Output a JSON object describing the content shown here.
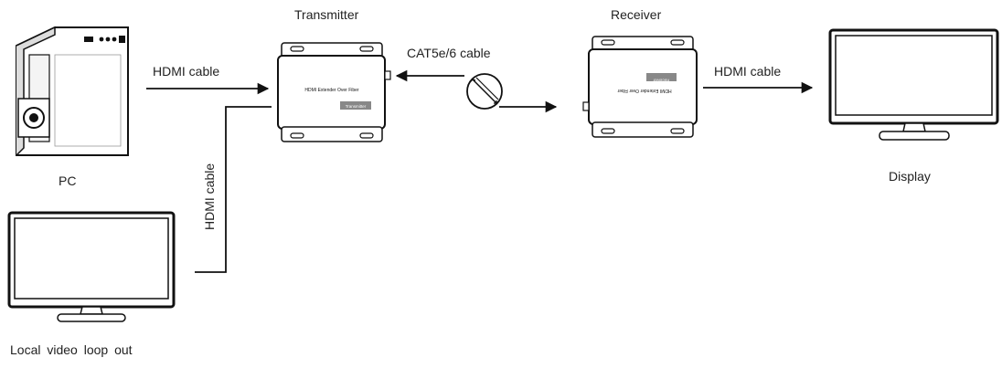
{
  "labels": {
    "transmitter": "Transmitter",
    "receiver": "Receiver",
    "pc": "PC",
    "display": "Display",
    "local_loop": "Local video loop out"
  },
  "cables": {
    "pc_to_tx": "HDMI cable",
    "tx_to_rx": "CAT5e/6 cable",
    "rx_to_display": "HDMI cable",
    "loop_out": "HDMI cable"
  },
  "device_text": {
    "tx_body": "HDMI Extender Over Fiber",
    "tx_badge": "Transmitter",
    "rx_body": "HDMI Extender Over Fiber",
    "rx_badge": "Receiver"
  }
}
